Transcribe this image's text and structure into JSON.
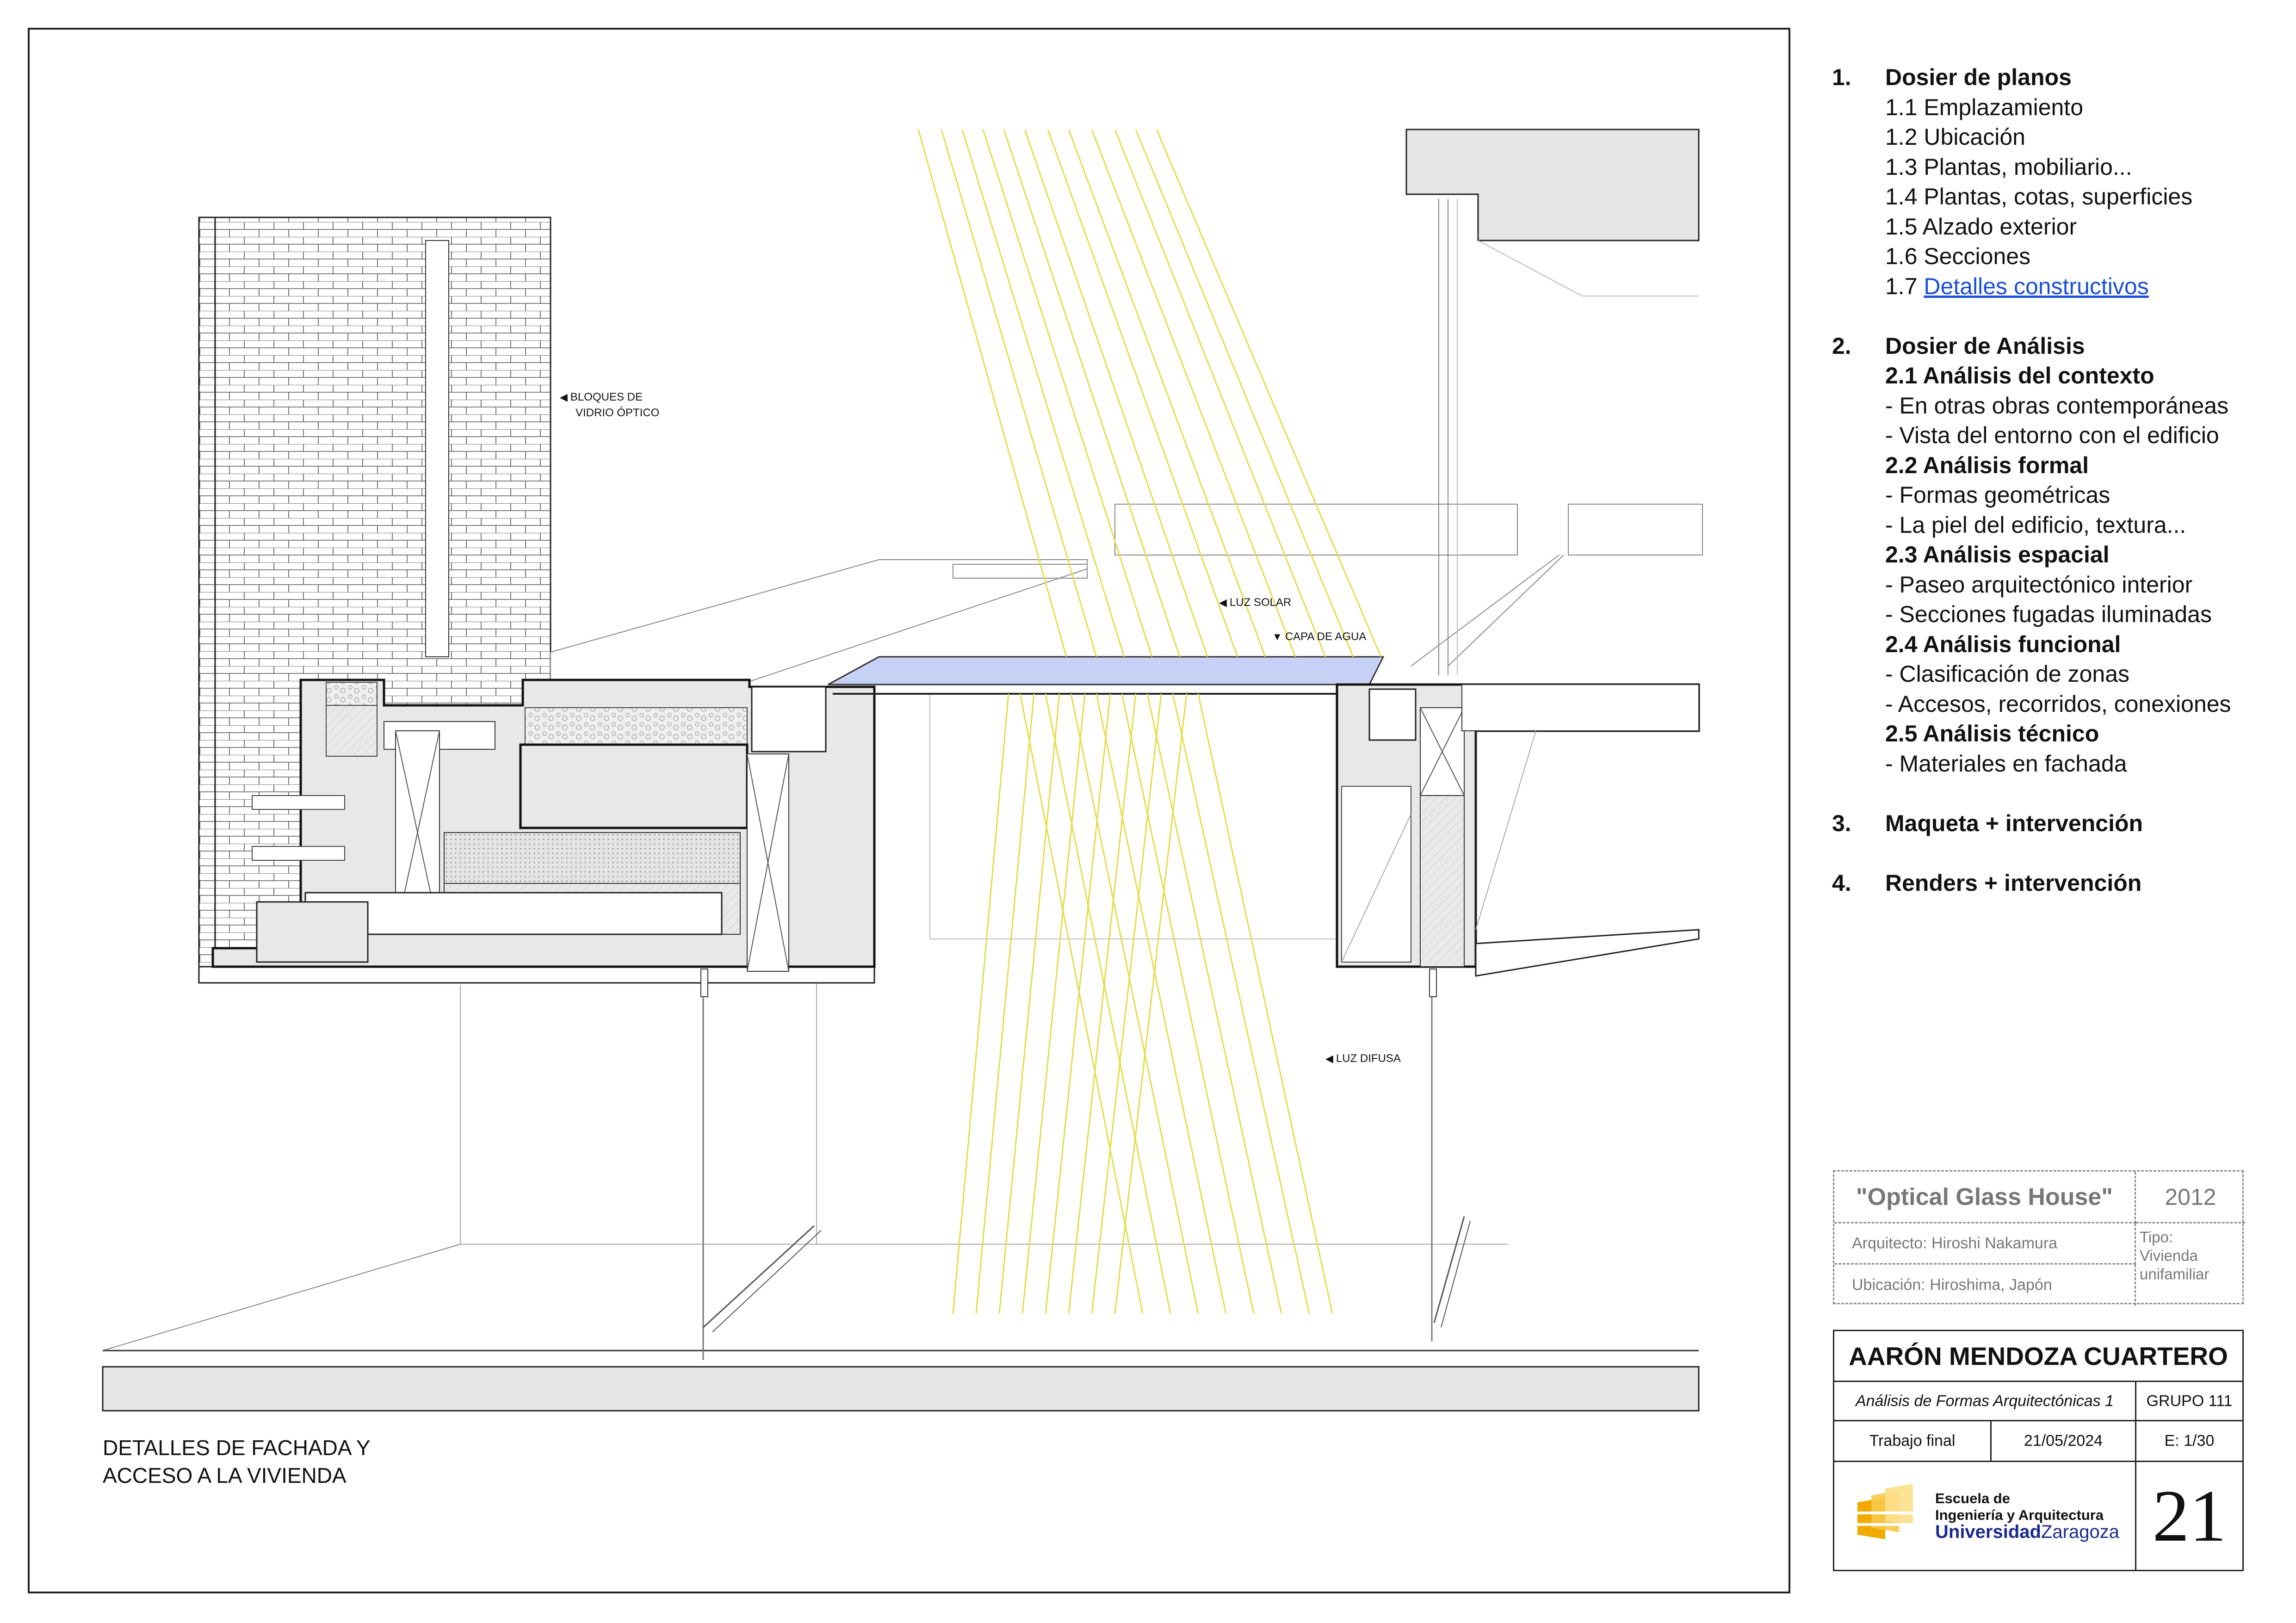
{
  "annotations": {
    "bloques_line1": "BLOQUES DE",
    "bloques_line2": "VIDRIO ÓPTICO",
    "luz_solar": "LUZ SOLAR",
    "capa_agua": "CAPA DE AGUA",
    "luz_difusa": "LUZ DIFUSA"
  },
  "caption": {
    "line1": "DETALLES DE FACHADA Y",
    "line2": "ACCESO A LA VIVIENDA"
  },
  "index": {
    "s1": {
      "num": "1.",
      "title": "Dosier de planos",
      "items": [
        "1.1 Emplazamiento",
        "1.2 Ubicación",
        "1.3 Plantas, mobiliario...",
        "1.4 Plantas, cotas, superficies",
        "1.5 Alzado exterior",
        "1.6 Secciones"
      ],
      "link_prefix": "1.7 ",
      "link_label": "Detalles constructivos"
    },
    "s2": {
      "num": "2.",
      "title": "Dosier de Análisis",
      "sub1": "2.1 Análisis del contexto",
      "sub1_items": [
        "- En otras obras contemporáneas",
        "- Vista del entorno con el edificio"
      ],
      "sub2": "2.2 Análisis formal",
      "sub2_items": [
        "- Formas geométricas",
        "- La piel del edificio, textura..."
      ],
      "sub3": "2.3 Análisis espacial",
      "sub3_items": [
        "- Paseo arquitectónico interior",
        "- Secciones fugadas iluminadas"
      ],
      "sub4": "2.4 Análisis funcional",
      "sub4_items": [
        "- Clasificación de zonas",
        "- Accesos, recorridos, conexiones"
      ],
      "sub5": "2.5 Análisis técnico",
      "sub5_items": [
        "- Materiales en fachada"
      ]
    },
    "s3": {
      "num": "3.",
      "title": "Maqueta + intervención"
    },
    "s4": {
      "num": "4.",
      "title": "Renders + intervención"
    }
  },
  "project": {
    "name": "\"Optical Glass House\"",
    "year": "2012",
    "architect": "Arquitecto: Hiroshi Nakamura",
    "location": "Ubicación: Hiroshima, Japón",
    "type_line1": "Tipo:",
    "type_line2": "Vivienda",
    "type_line3": "unifamiliar"
  },
  "author": {
    "name": "AARÓN MENDOZA CUARTERO",
    "course": "Análisis de Formas Arquitectónicas 1",
    "group": "GRUPO 111",
    "work": "Trabajo final",
    "date": "21/05/2024",
    "scale": "E: 1/30",
    "school_line1": "Escuela de",
    "school_line2": "Ingeniería y Arquitectura",
    "univ_bold": "Universidad",
    "univ_regular": "Zaragoza",
    "page_number": "21"
  },
  "colors": {
    "light_rays": "#e6dc4a",
    "water_layer": "#c7d0f5",
    "section_fill": "#e6e6e6",
    "link": "#1a4fd6"
  }
}
